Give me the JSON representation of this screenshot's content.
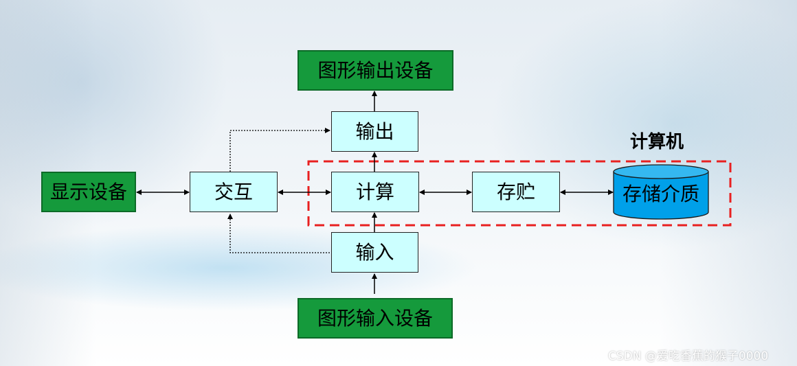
{
  "diagram": {
    "nodes": {
      "graphics_output_device": "图形输出设备",
      "output": "输出",
      "display_device": "显示设备",
      "interaction": "交互",
      "compute": "计算",
      "storage": "存贮",
      "storage_medium": "存储介质",
      "input": "输入",
      "graphics_input_device": "图形输入设备"
    },
    "group_label": "计算机"
  },
  "watermark": "CSDN @爱吃香蕉的猴子0000",
  "colors": {
    "device_fill": "#159a3c",
    "module_fill": "#ccffff",
    "storage_fill": "#00a0e9",
    "group_border": "#e82020"
  }
}
